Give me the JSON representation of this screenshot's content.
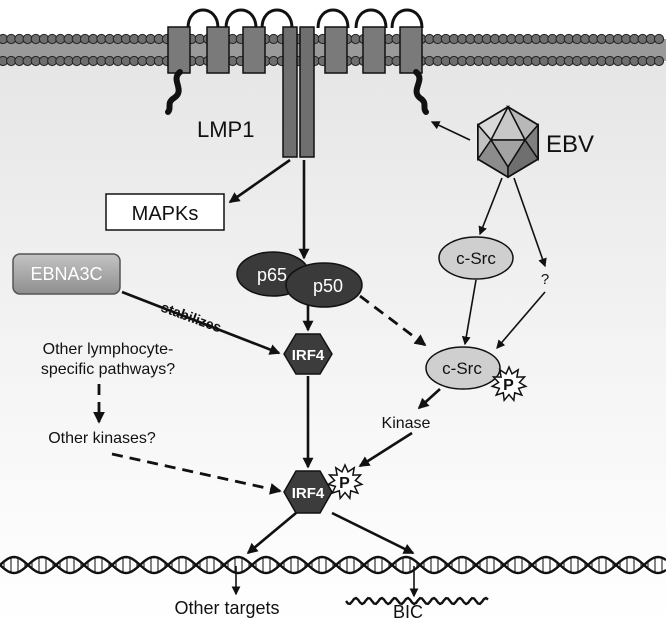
{
  "membrane_protein": "LMP1",
  "virus": "EBV",
  "kinase_family": "MAPKs",
  "ebna_protein": "EBNA3C",
  "stabilizes_label": "stabilizes",
  "nfkb": {
    "subunit_a": "p65",
    "subunit_b": "p50"
  },
  "irf4_top": "IRF4",
  "irf4_bottom": "IRF4",
  "csrc_top": "c-Src",
  "csrc_active": "c-Src",
  "unknown_label": "?",
  "kinase_label": "Kinase",
  "phospho_label": "P",
  "other_pathways": {
    "line1": "Other lymphocyte-",
    "line2": "specific pathways?"
  },
  "other_kinases": "Other kinases?",
  "other_targets": "Other targets",
  "bic_label": "BIC",
  "colors": {
    "membrane_bead": "#6e6e6e",
    "membrane_tm": "#7a7a7a",
    "nfkb": "#3a3a3a",
    "irf4": "#3c3c3c",
    "csrc": "#cfcfcf",
    "ebna_box": "#a9a9a9"
  }
}
